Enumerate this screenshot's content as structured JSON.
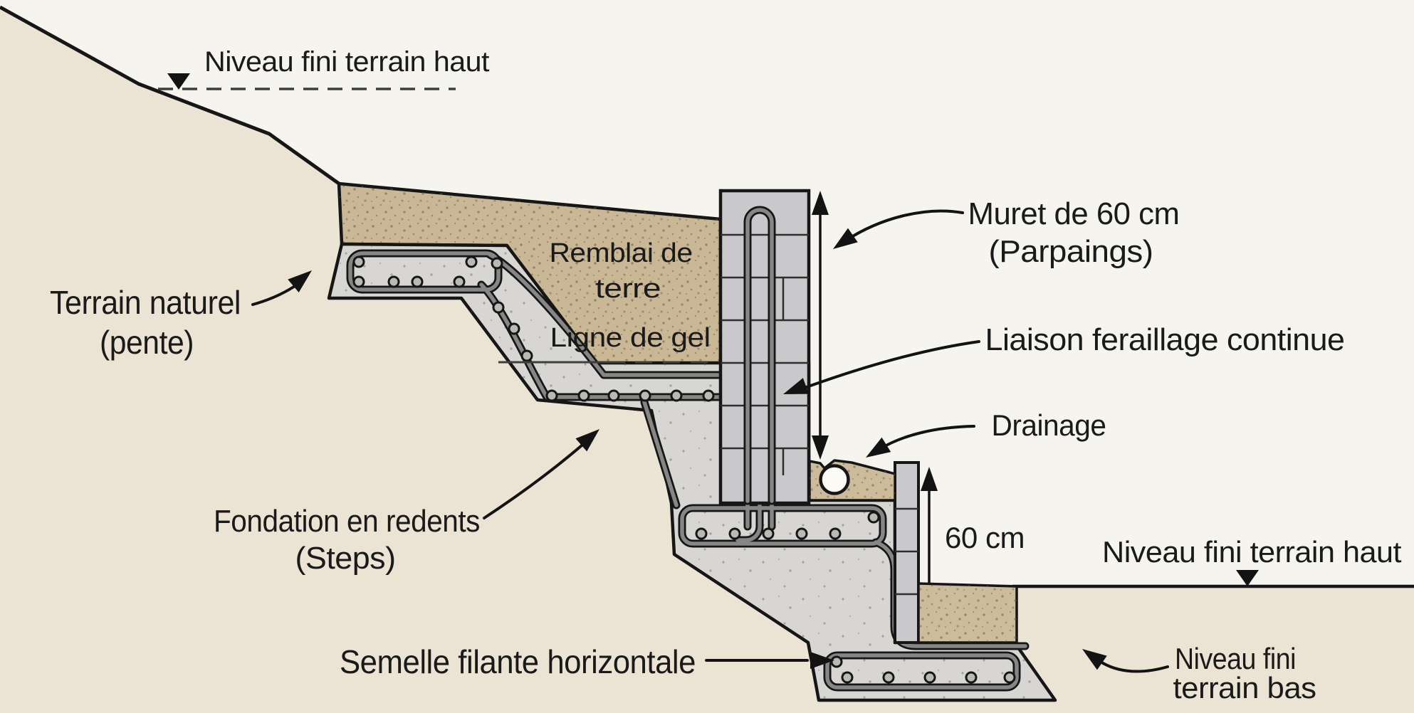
{
  "diagram": {
    "labels": {
      "level_top_left": "Niveau fini terrain haut",
      "terrain_line1": "Terrain naturel",
      "terrain_line2": "(pente)",
      "remblai_line1": "Remblai de",
      "remblai_line2": "terre",
      "frost_line": "Ligne de gel",
      "wall_line1": "Muret de 60 cm",
      "wall_line2": "(Parpaings)",
      "rebar_link": "Liaison feraillage continue",
      "drainage": "Drainage",
      "dim_60cm": "60 cm",
      "level_right": "Niveau fini terrain haut",
      "level_low_line1": "Niveau fini",
      "level_low_line2": "terrain bas",
      "foundation_line1": "Fondation en redents",
      "foundation_line2": "(Steps)",
      "footing": "Semelle filante horizontale"
    },
    "colors": {
      "background": "#f6f4ee",
      "terrain": "#ebe3d3",
      "backfill": "#c9b795",
      "gravel": "#ccbc9c",
      "concrete": "#d7d6d2",
      "block_wall": "#c9c9cb",
      "rebar": "#868686",
      "outline": "#161616",
      "drain_pipe": "#fbfaf5"
    }
  }
}
